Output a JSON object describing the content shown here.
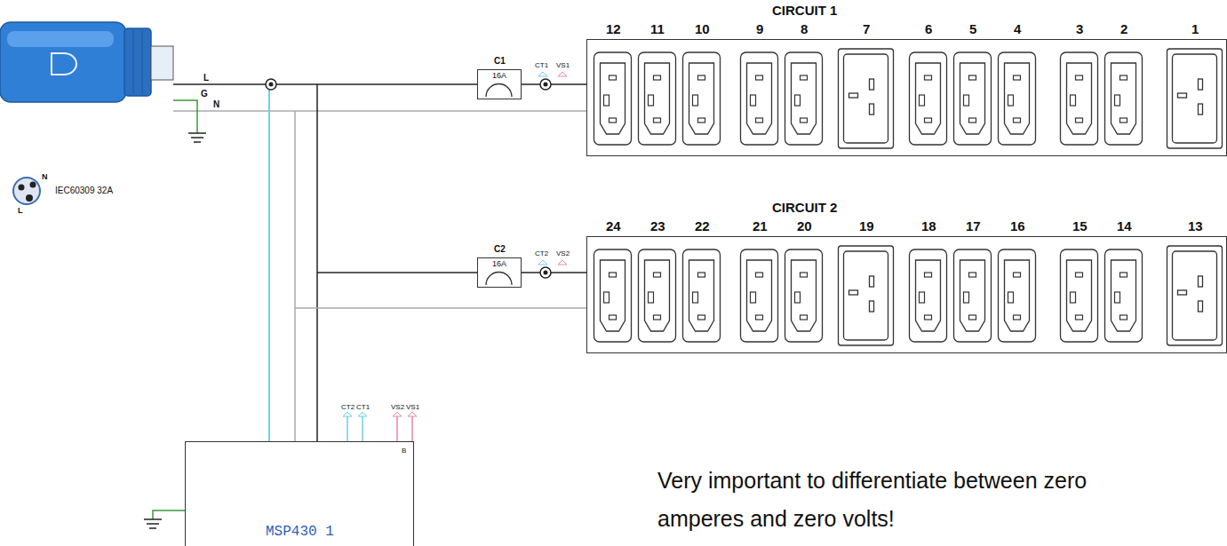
{
  "diagram": {
    "nodes": [
      {
        "text": [
          "C1",
          "16A"
        ]
      },
      {
        "text": [
          "CIRCUIT 1"
        ]
      },
      {
        "text": [
          "C2",
          "16A"
        ]
      },
      {
        "text": [
          "CIRCUIT 2"
        ]
      },
      {
        "text": [
          "MSP430 1"
        ]
      }
    ],
    "edges": [
      {
        "from": 0,
        "to": 1,
        "arrow": "none"
      },
      {
        "from": 2,
        "to": 3,
        "arrow": "none"
      }
    ],
    "labels": [
      "L",
      "G",
      "N",
      "IEC60309 32A",
      "N",
      "L",
      "CT1",
      "VS1",
      "CT2",
      "VS2",
      "12",
      "11",
      "10",
      "9",
      "8",
      "7",
      "6",
      "5",
      "4",
      "3",
      "2",
      "1",
      "24",
      "23",
      "22",
      "21",
      "20",
      "19",
      "18",
      "17",
      "16",
      "15",
      "14",
      "13",
      "CT2",
      "CT1",
      "VS2",
      "VS1",
      "B",
      "Very important to differentiate between zero amperes and zero volts!"
    ]
  }
}
